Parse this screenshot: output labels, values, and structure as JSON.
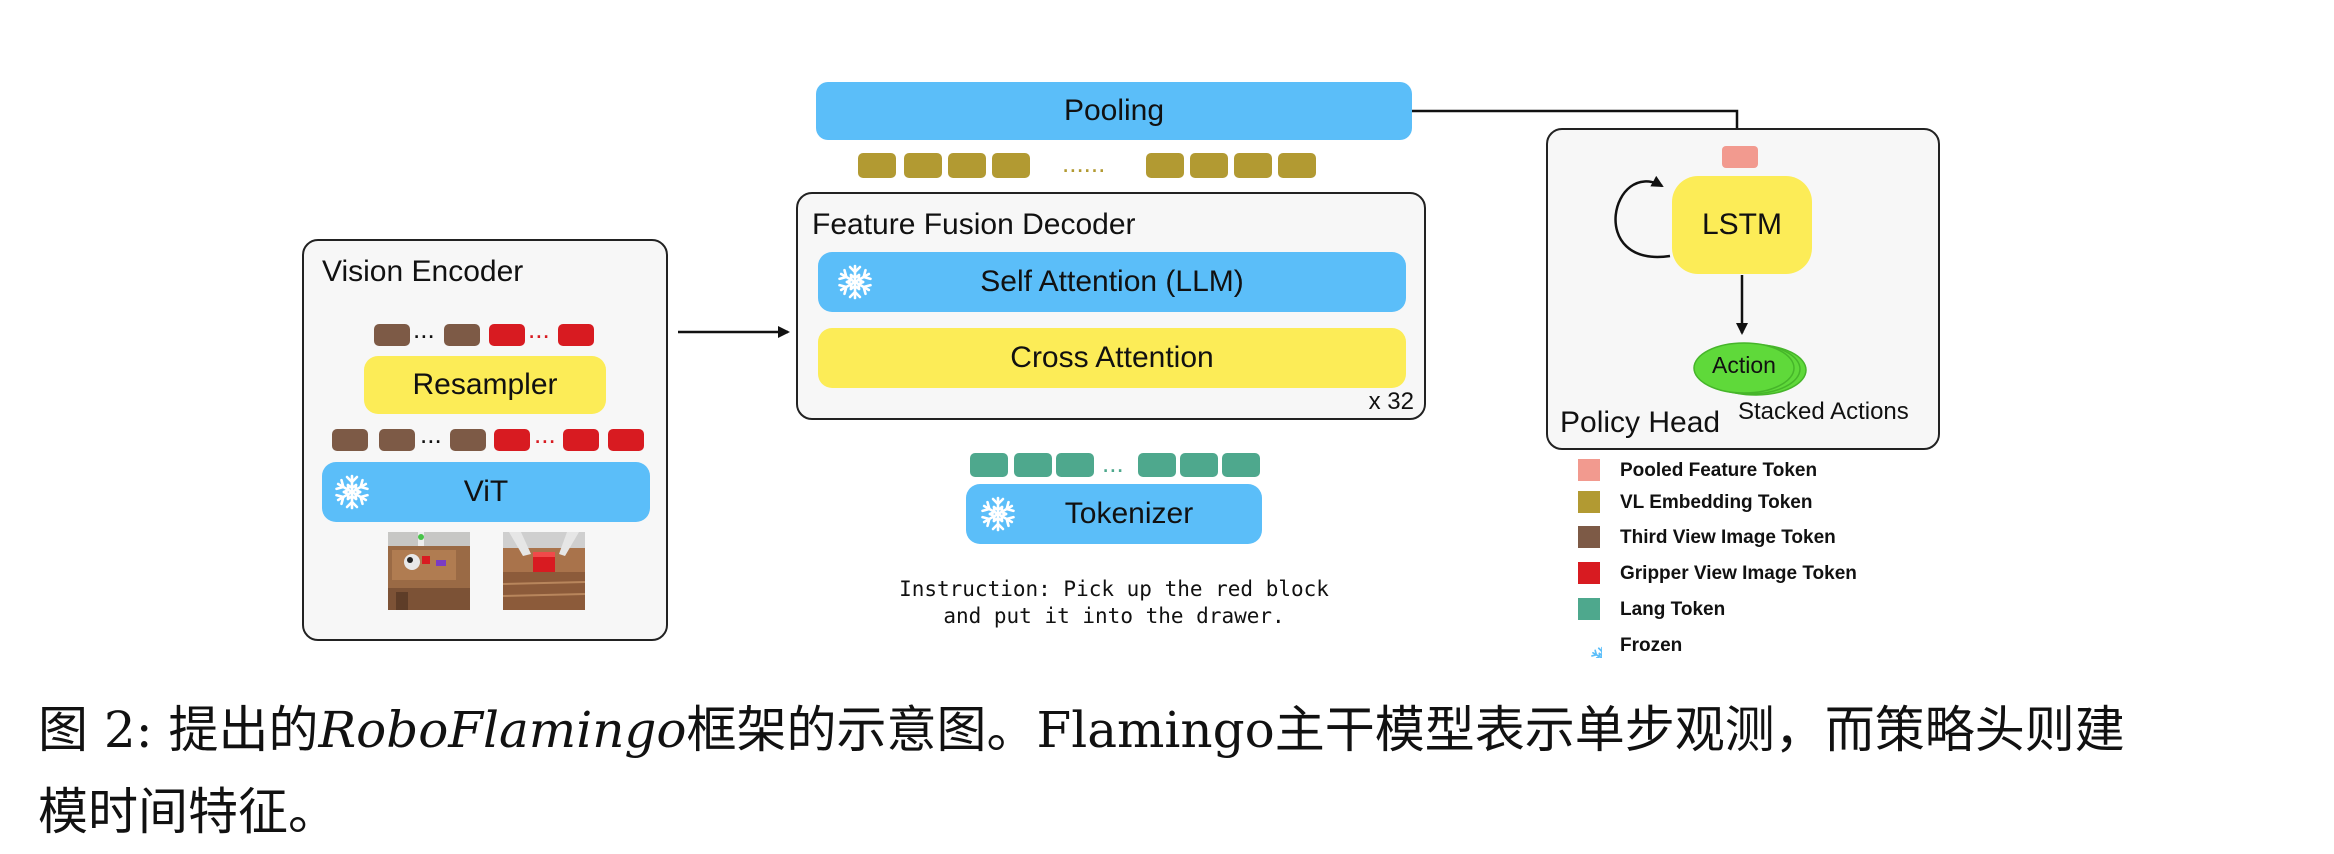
{
  "vision_encoder": {
    "title": "Vision Encoder",
    "resampler_label": "Resampler",
    "vit_label": "ViT"
  },
  "pooling": {
    "label": "Pooling",
    "vl_dots": "......"
  },
  "feature_fusion": {
    "title": "Feature Fusion Decoder",
    "self_attention_label": "Self Attention (LLM)",
    "cross_attention_label": "Cross Attention",
    "repeat_label": "x 32"
  },
  "tokenizer": {
    "label": "Tokenizer"
  },
  "instruction": {
    "text": "Instruction: Pick up the red block\nand put it into the drawer."
  },
  "policy_head": {
    "title": "Policy Head",
    "lstm_label": "LSTM",
    "action_label": "Action",
    "stacked_actions_label": "Stacked Actions"
  },
  "legend": [
    {
      "label": "Pooled Feature Token",
      "color": "#f29a8f"
    },
    {
      "label": "VL Embedding Token",
      "color": "#b29a32"
    },
    {
      "label": "Third View Image Token",
      "color": "#7d5a46"
    },
    {
      "label": "Gripper View Image Token",
      "color": "#d81b21"
    },
    {
      "label": "Lang Token",
      "color": "#4ea88d"
    },
    {
      "label": "Frozen",
      "icon": "snowflake-icon"
    }
  ],
  "caption": {
    "prefix": "图 2: 提出的",
    "italic": "RoboFlamingo",
    "suffix": "框架的示意图。Flamingo主干模型表示单步观测，而策略头则建",
    "line2": "模时间特征。"
  },
  "colors": {
    "blue": "#5bbef9",
    "yellow": "#fcec57",
    "third_view": "#7d5a46",
    "gripper_view": "#d81b21",
    "lang": "#4ea88d",
    "vl_embedding": "#b29a32",
    "pooled": "#f29a8f",
    "action_green": "#5fd93a"
  },
  "icons": [
    "snowflake-icon",
    "third-view-camera-image",
    "gripper-view-camera-image"
  ]
}
